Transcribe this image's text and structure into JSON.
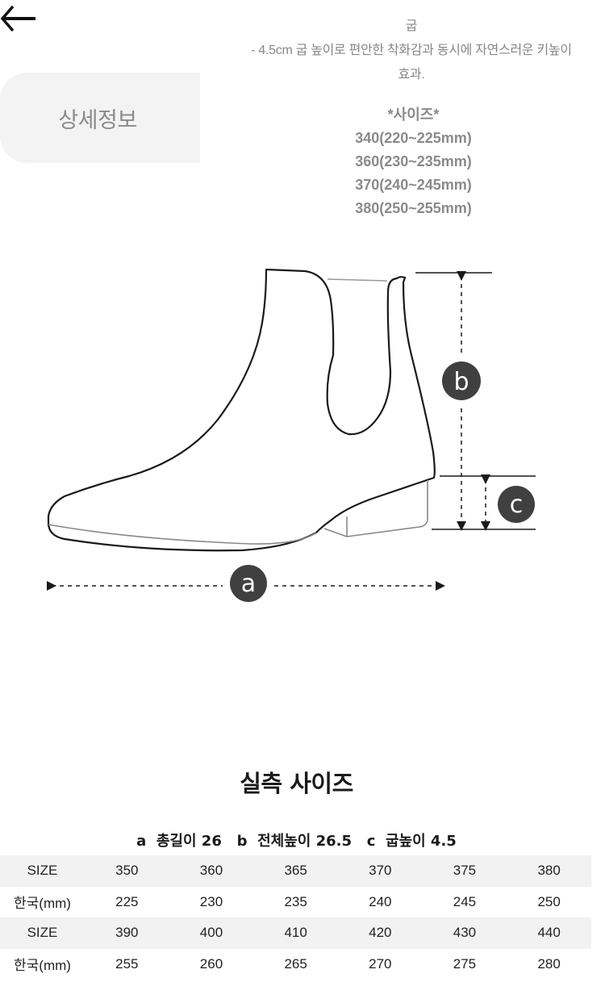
{
  "nav": {
    "back_icon": "arrow-left-icon",
    "tab_label": "상세정보"
  },
  "description": {
    "heading": "굽",
    "line1": "- 4.5cm 굽 높이로 편안한 착화감과 동시에 자연스러운 키높이",
    "line2": "효과."
  },
  "size_info": {
    "title": "*사이즈*",
    "items": [
      "340(220~225mm)",
      "360(230~235mm)",
      "370(240~245mm)",
      "380(250~255mm)"
    ]
  },
  "diagram": {
    "markers": {
      "a": "a",
      "b": "b",
      "c": "c"
    },
    "marker_color": "#404040",
    "line_color": "#1a1a1a"
  },
  "measurements": {
    "title": "실측 사이즈",
    "legend": "a  총길이 26   b  전체높이 26.5   c  굽높이 4.5",
    "items": [
      {
        "key": "a",
        "label": "총길이",
        "value": "26"
      },
      {
        "key": "b",
        "label": "전체높이",
        "value": "26.5"
      },
      {
        "key": "c",
        "label": "굽높이",
        "value": "4.5"
      }
    ]
  },
  "size_table": {
    "rows": [
      {
        "label": "SIZE",
        "values": [
          "350",
          "360",
          "365",
          "370",
          "375",
          "380"
        ],
        "shaded": true
      },
      {
        "label": "한국(mm)",
        "values": [
          "225",
          "230",
          "235",
          "240",
          "245",
          "250"
        ],
        "shaded": false
      },
      {
        "label": "SIZE",
        "values": [
          "390",
          "400",
          "410",
          "420",
          "430",
          "440"
        ],
        "shaded": true
      },
      {
        "label": "한국(mm)",
        "values": [
          "255",
          "260",
          "265",
          "270",
          "275",
          "280"
        ],
        "shaded": false
      }
    ],
    "shade_color": "#f2f2f2"
  }
}
